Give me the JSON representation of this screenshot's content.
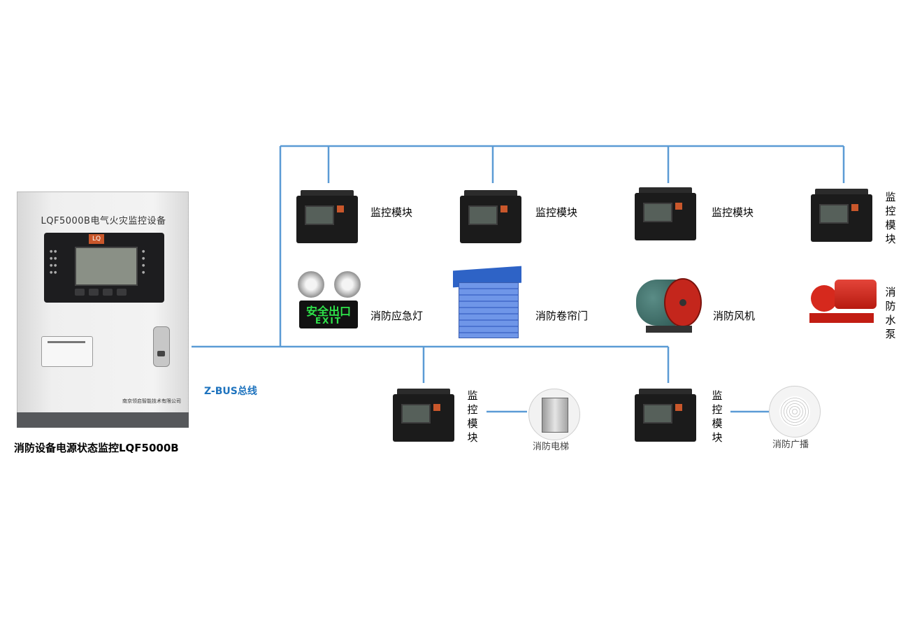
{
  "main_device": {
    "panel_title": "LQF5000B电气火灾监控设备",
    "company": "南京领启智能技术有限公司",
    "caption": "消防设备电源状态监控LQF5000B",
    "logo_text": "LQ"
  },
  "bus": {
    "label": "Z-BUS总线",
    "color": "#5b9bd5"
  },
  "modules": {
    "label": "监控模块"
  },
  "equipment": {
    "emergency_light": "消防应急灯",
    "exit_sign_cn": "安全出口",
    "exit_sign_en": "EXIT",
    "rolling_door": "消防卷帘门",
    "fan": "消防风机",
    "water_pump": "消防水泵",
    "elevator": "消防电梯",
    "broadcast": "消防广播"
  },
  "colors": {
    "bus_line": "#5b9bd5",
    "bus_label": "#1e73be",
    "exit_green": "#2ee34a"
  }
}
